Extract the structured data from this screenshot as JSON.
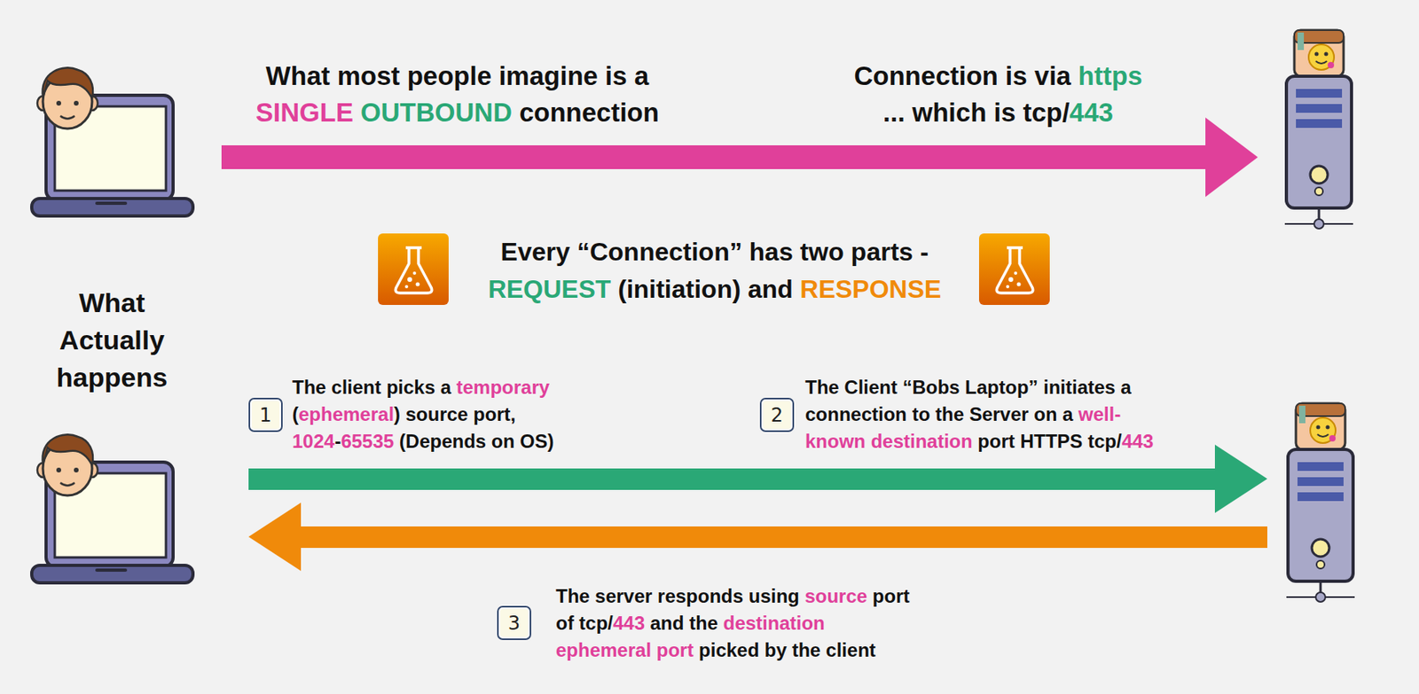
{
  "diagram": {
    "nodes": [
      {
        "text": [
          "1"
        ]
      },
      {
        "text": [
          "2"
        ]
      },
      {
        "text": [
          "3"
        ]
      }
    ],
    "labels": [
      "What most people imagine is a",
      "SINGLE",
      "OUTBOUND",
      "connection",
      "Connection is via",
      "https",
      "... which is tcp/",
      "443",
      "Every “Connection” has two parts -",
      "REQUEST",
      "(initiation) and",
      "RESPONSE",
      "What Actually happens",
      "The client picks a",
      "temporary",
      "(",
      "ephemeral",
      ") source port,",
      "1024",
      "-",
      "65535",
      "(Depends on OS)",
      "The Client “Bobs Laptop” initiates a",
      "connection to the Server on a",
      "well-",
      "known destination",
      "port HTTPS tcp/",
      "443",
      "The server responds using",
      "source",
      "port",
      "of tcp/",
      "443",
      "and the",
      "destination",
      "ephemeral port",
      "picked by the client"
    ]
  }
}
